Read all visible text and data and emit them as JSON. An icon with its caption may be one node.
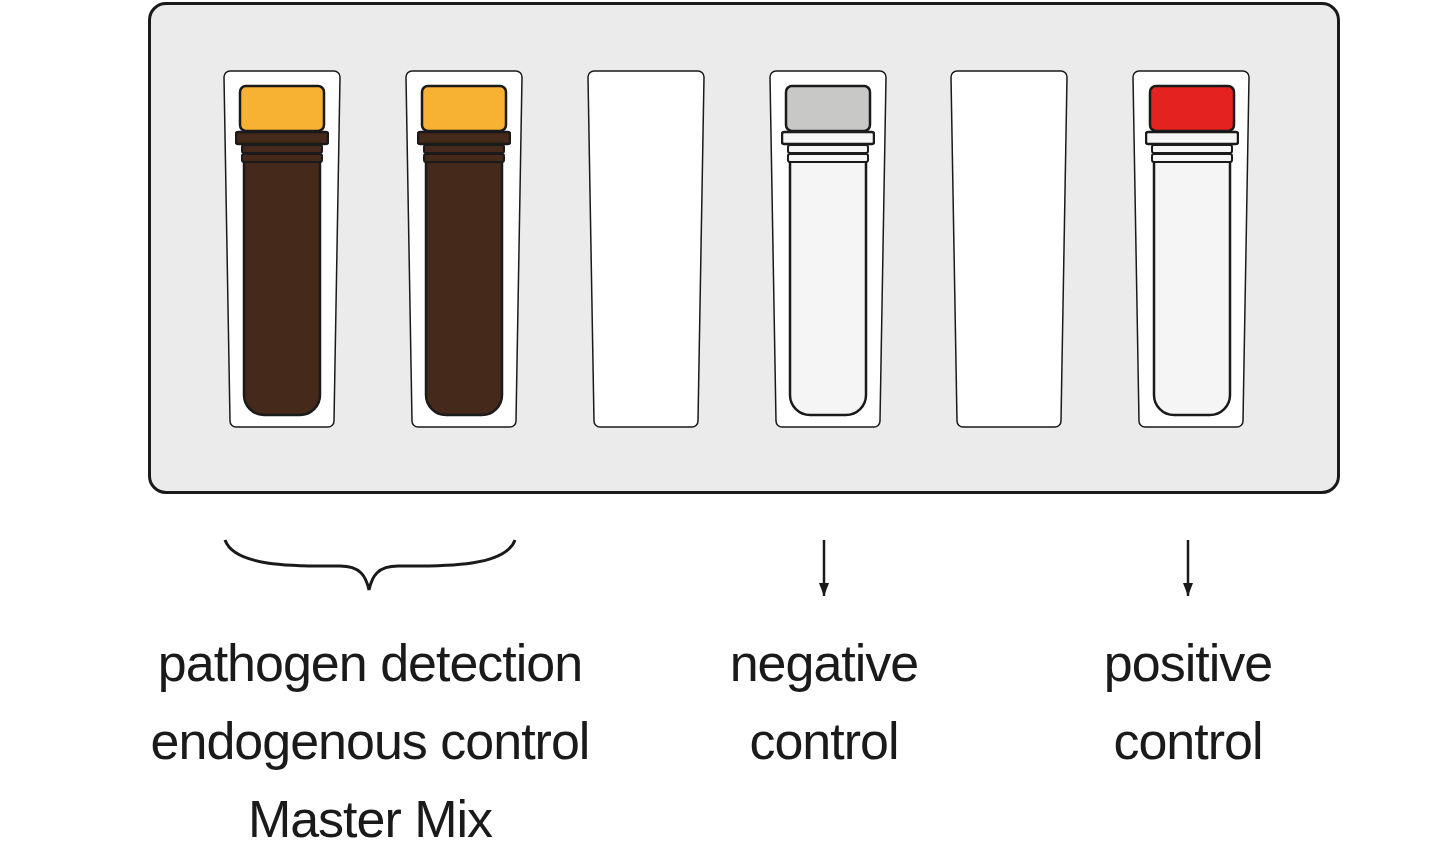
{
  "diagram": {
    "nodes": [
      {
        "text": [],
        "shape": "box"
      },
      {
        "text": [],
        "shape": "tube",
        "in": 0
      },
      {
        "text": [],
        "shape": "tube",
        "in": 0
      },
      {
        "text": [],
        "shape": "slot",
        "in": 0
      },
      {
        "text": [],
        "shape": "tube",
        "in": 0
      },
      {
        "text": [],
        "shape": "slot",
        "in": 0
      },
      {
        "text": [],
        "shape": "tube",
        "in": 0
      },
      {
        "text": [
          "pathogen detection endogenous control Master Mix"
        ]
      },
      {
        "text": [
          "negative control"
        ]
      },
      {
        "text": [
          "positive control"
        ]
      }
    ],
    "edges": [
      {
        "from": null,
        "to": 8,
        "arrow": "to"
      },
      {
        "from": null,
        "to": 9,
        "arrow": "to"
      }
    ]
  }
}
